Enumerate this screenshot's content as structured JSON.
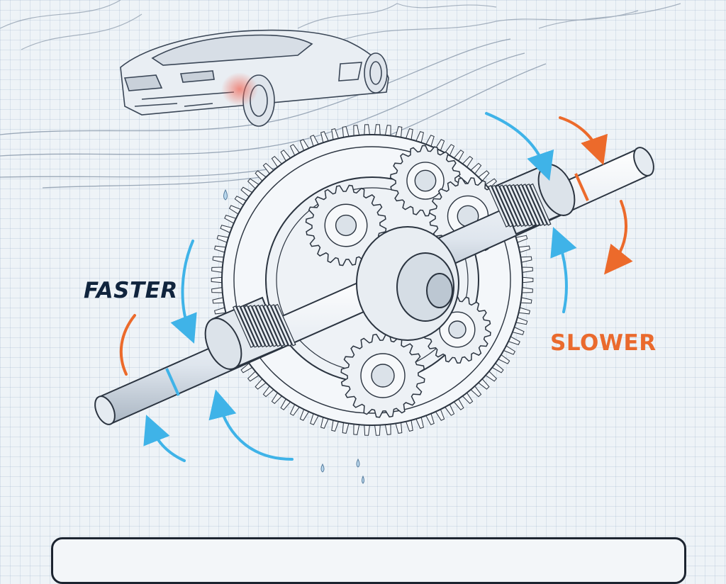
{
  "labels": {
    "faster": "FASTER",
    "slower": "SLOWER"
  },
  "caption": {
    "text": ""
  },
  "colors": {
    "faster_arrow": "#3fb3e8",
    "slower_arrow": "#ec6a2b",
    "ink": "#2b3440",
    "paper": "#eef3f7",
    "wheel_glow": "#f06a5a"
  },
  "icons": {
    "car": "sports-car-sketch",
    "gears": "differential-gear-assembly"
  }
}
